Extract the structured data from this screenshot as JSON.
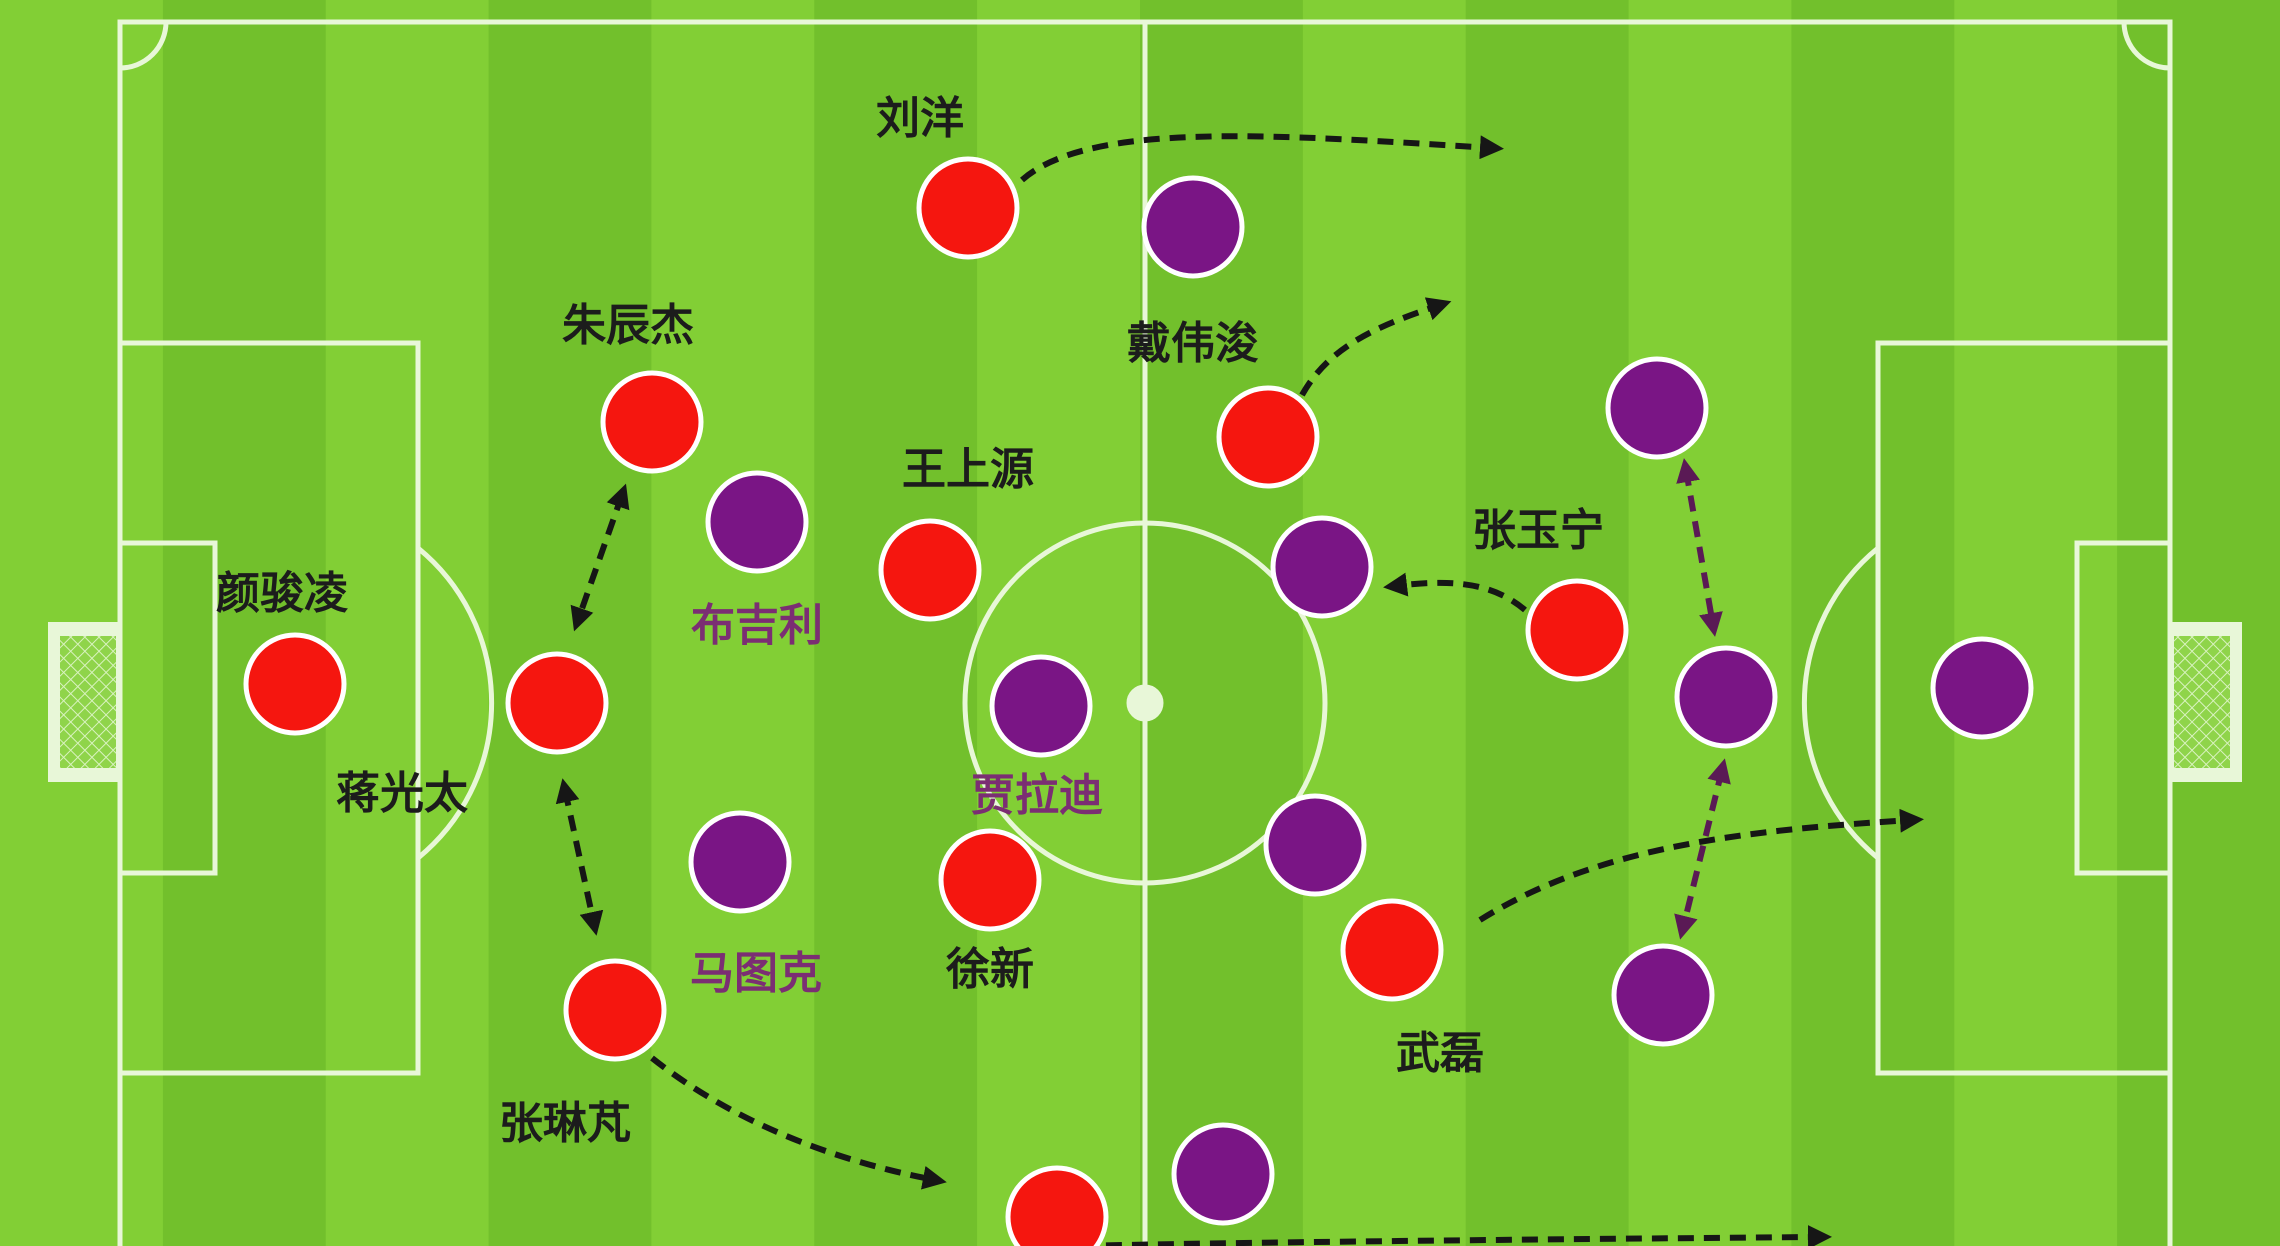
{
  "colors": {
    "grass_light": "#82cf35",
    "grass_dark": "#72c02c",
    "line": "#e8f7d8",
    "team_red": "#f5160f",
    "team_purple": "#7a1585",
    "label_dark": "#1c1c1c",
    "label_purple": "#7b2e73",
    "arrow_black": "#161616",
    "arrow_purple": "#5a1a55"
  },
  "players_red": [
    {
      "id": "liu-yang",
      "name": "刘洋"
    },
    {
      "id": "zhu-chenjie",
      "name": "朱辰杰"
    },
    {
      "id": "dai-weijun",
      "name": "戴伟浚"
    },
    {
      "id": "wang-shangyuan",
      "name": "王上源"
    },
    {
      "id": "yan-junling",
      "name": "颜骏凌"
    },
    {
      "id": "jiang-guangtai",
      "name": "蒋光太"
    },
    {
      "id": "zhang-yuning",
      "name": "张玉宁"
    },
    {
      "id": "xu-xin",
      "name": "徐新"
    },
    {
      "id": "wu-lei",
      "name": "武磊"
    },
    {
      "id": "zhang-linpeng",
      "name": "张琳芃"
    },
    {
      "id": "bottom-red",
      "name": ""
    }
  ],
  "players_purple": [
    {
      "id": "purple-top",
      "name": ""
    },
    {
      "id": "bujili",
      "name": "布吉利"
    },
    {
      "id": "purple-center-right",
      "name": ""
    },
    {
      "id": "jialadi",
      "name": "贾拉迪"
    },
    {
      "id": "purple-mid-low",
      "name": ""
    },
    {
      "id": "matuke",
      "name": "马图克"
    },
    {
      "id": "purple-bottom",
      "name": ""
    },
    {
      "id": "purple-right-top",
      "name": ""
    },
    {
      "id": "purple-right-mid",
      "name": ""
    },
    {
      "id": "purple-right-low",
      "name": ""
    },
    {
      "id": "purple-keeper",
      "name": ""
    }
  ]
}
